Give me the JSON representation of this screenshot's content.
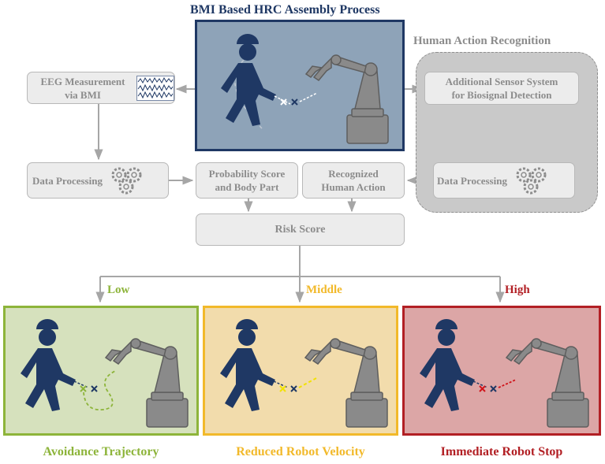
{
  "header": {
    "title": "BMI Based HRC Assembly Process",
    "har_title": "Human Action Recognition"
  },
  "boxes": {
    "eeg": "EEG Measurement\nvia BMI",
    "sensor": "Additional Sensor System\nfor Biosignal Detection",
    "dp_left": "Data Processing",
    "dp_right": "Data Processing",
    "probability": "Probability Score\nand Body Part",
    "recognized": "Recognized\nHuman Action",
    "risk": "Risk Score"
  },
  "branches": {
    "low": "Low",
    "middle": "Middle",
    "high": "High"
  },
  "outcomes": {
    "low": "Avoidance Trajectory",
    "middle": "Reduced Robot Velocity",
    "high": "Immediate Robot Stop"
  },
  "colors": {
    "navy": "#1f3864",
    "low": "#8db43a",
    "middle": "#f2b92a",
    "high": "#b21f24",
    "box_text": "#8c8c8c"
  },
  "icons": [
    "worker-icon",
    "robot-arm-icon",
    "gear-icon",
    "eeg-wave-icon",
    "target-cross-icon"
  ]
}
